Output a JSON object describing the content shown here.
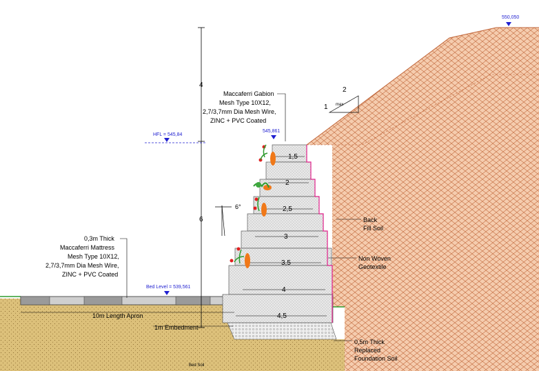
{
  "levels": {
    "top_right": "550,050",
    "crest": "545,861",
    "hfl": "HFL = 545,84",
    "bed_level": "Bed Level = 539,561"
  },
  "dimensions": {
    "upper_height": "4",
    "lower_height": "6",
    "batter_angle": "6°",
    "slope_run": "2",
    "slope_rise": "1",
    "slope_note": "max"
  },
  "gabion_note": [
    "Maccaferri Gabion",
    "Mesh Type 10X12,",
    "2,7/3,7mm Dia Mesh Wire,",
    "ZINC + PVC Coated"
  ],
  "mattress_note": [
    "0,3m Thick",
    "Maccaferri Mattress",
    "Mesh Type 10X12,",
    "2,7/3,7mm Dia Mesh Wire,",
    "ZINC + PVC Coated"
  ],
  "tiers": [
    "1,5",
    "2",
    "2,5",
    "3",
    "3,5",
    "4",
    "4,5"
  ],
  "apron": "10m Length Apron",
  "embedment": "1m Embedment",
  "backfill": [
    "Back",
    "Fill Soil"
  ],
  "geotextile": [
    "Non Woven",
    "Geotextile"
  ],
  "foundation": [
    "0,5m Thick",
    "Replaced",
    "Foundation Soil"
  ],
  "bed_soil": "Bed Soil",
  "colors": {
    "backfill": "#f4c9a8",
    "backfill_line": "#c0663a",
    "bed_soil": "#dcc07a",
    "gabion": "#e6e6e6",
    "geotextile": "#e0208a",
    "level_marker": "#1f1fd0",
    "vegetation_green": "#2e9b2e",
    "vegetation_orange": "#f07818"
  }
}
